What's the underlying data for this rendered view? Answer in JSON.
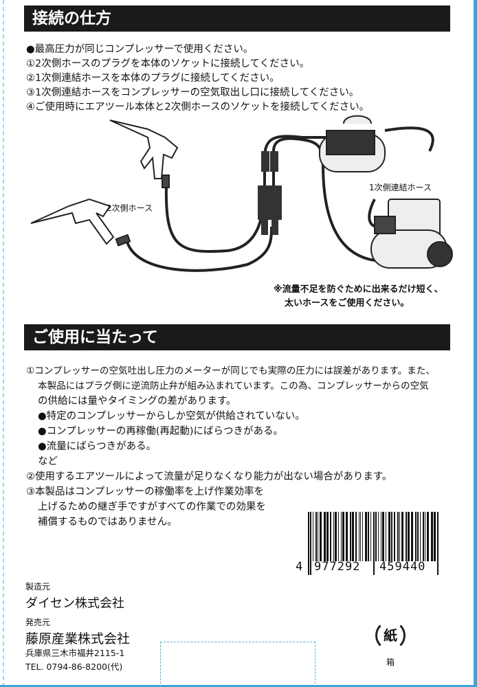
{
  "section1": {
    "title": "接続の仕方",
    "lines": [
      "●最高圧力が同じコンプレッサーで使用ください。",
      "①2次側ホースのプラグを本体のソケットに接続してください。",
      "②1次側連結ホースを本体のプラグに接続してください。",
      "③1次側連結ホースをコンプレッサーの空気取出し口に接続してください。",
      "④ご使用時にエアツール本体と2次側ホースのソケットを接続してください。"
    ]
  },
  "diagram": {
    "label_secondary": "2次側ホース",
    "label_primary": "1次側連結ホース",
    "note": [
      "※流量不足を防ぐために出来るだけ短く、",
      "太いホースをご使用ください。"
    ]
  },
  "section2": {
    "title": "ご使用に当たって",
    "lines": [
      "①コンプレッサーの空気吐出し圧力のメーターが同じでも実際の圧力には誤差があります。また、",
      "本製品にはプラグ側に逆流防止弁が組み込まれています。この為、コンプレッサーからの空気",
      "の供給には量やタイミングの差があります。",
      "●特定のコンプレッサーからしか空気が供給されていない。",
      "●コンプレッサーの再稼働(再起動)にばらつきがある。",
      "●流量にばらつきがある。",
      "など",
      "②使用するエアツールによって流量が足りなくなり能力が出ない場合があります。",
      "③本製品はコンプレッサーの稼働率を上げ作業効率を",
      "上げるための継ぎ手ですがすべての作業での効果を",
      "補償するものではありません。"
    ]
  },
  "barcode": {
    "number": "4977292459440",
    "digits_first": "4",
    "digits_left": "977292",
    "digits_right": "459440"
  },
  "maker": {
    "label": "製造元",
    "name": "ダイセン株式会社"
  },
  "seller": {
    "label": "発売元",
    "name": "藤原産業株式会社",
    "address": "兵庫県三木市福井2115-1",
    "tel": "TEL. 0794-86-8200(代)"
  },
  "recycle": {
    "mark": "紙",
    "label": "箱"
  }
}
